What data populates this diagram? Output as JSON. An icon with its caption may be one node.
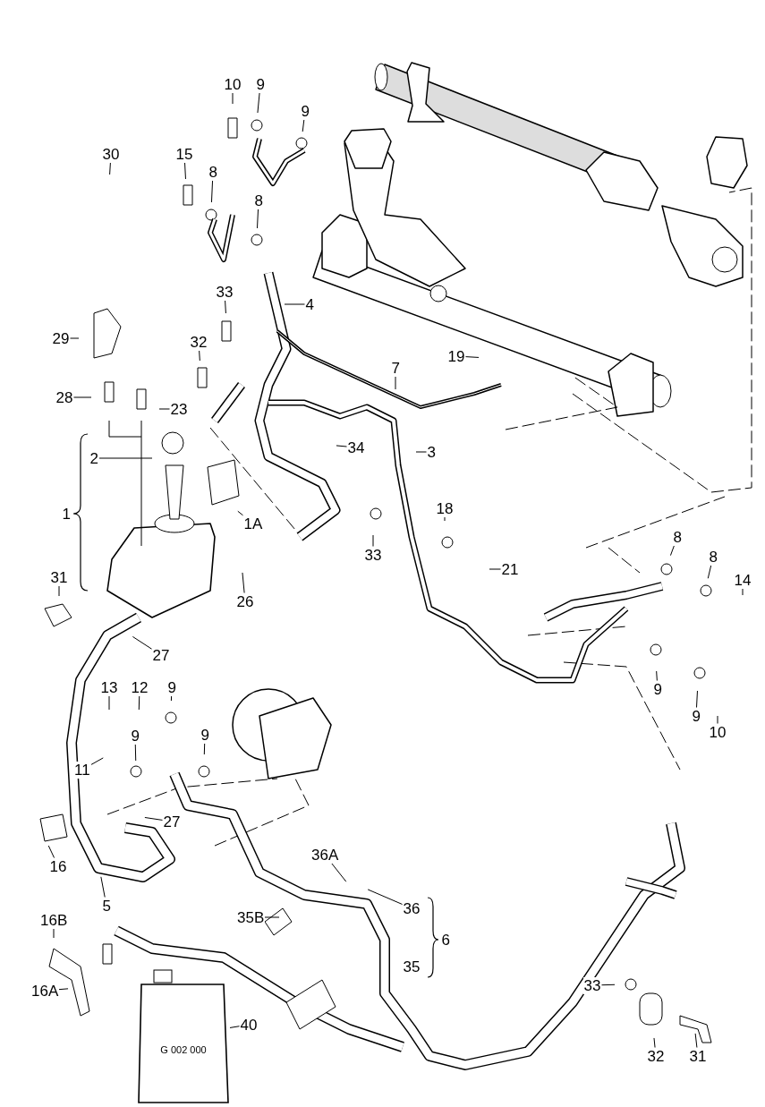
{
  "diagram": {
    "nodes": [
      {
        "text": [
          "10"
        ]
      },
      {
        "text": [
          "9"
        ]
      },
      {
        "text": [
          "9"
        ]
      },
      {
        "text": [
          "30"
        ]
      },
      {
        "text": [
          "15"
        ]
      },
      {
        "text": [
          "8"
        ]
      },
      {
        "text": [
          "8"
        ]
      },
      {
        "text": [
          "4"
        ]
      },
      {
        "text": [
          "29"
        ]
      },
      {
        "text": [
          "33"
        ]
      },
      {
        "text": [
          "32"
        ]
      },
      {
        "text": [
          "19"
        ]
      },
      {
        "text": [
          "7"
        ]
      },
      {
        "text": [
          "28"
        ]
      },
      {
        "text": [
          "23"
        ]
      },
      {
        "text": [
          "3"
        ]
      },
      {
        "text": [
          "34"
        ]
      },
      {
        "text": [
          "2"
        ]
      },
      {
        "text": [
          "1"
        ]
      },
      {
        "text": [
          "1A"
        ]
      },
      {
        "text": [
          "18"
        ]
      },
      {
        "text": [
          "21"
        ]
      },
      {
        "text": [
          "33"
        ]
      },
      {
        "text": [
          "8"
        ]
      },
      {
        "text": [
          "8"
        ]
      },
      {
        "text": [
          "14"
        ]
      },
      {
        "text": [
          "31"
        ]
      },
      {
        "text": [
          "26"
        ]
      },
      {
        "text": [
          "27"
        ]
      },
      {
        "text": [
          "13"
        ]
      },
      {
        "text": [
          "12"
        ]
      },
      {
        "text": [
          "9"
        ]
      },
      {
        "text": [
          "9"
        ]
      },
      {
        "text": [
          "9"
        ]
      },
      {
        "text": [
          "10"
        ]
      },
      {
        "text": [
          "11"
        ]
      },
      {
        "text": [
          "9"
        ]
      },
      {
        "text": [
          "9"
        ]
      },
      {
        "text": [
          "27"
        ]
      },
      {
        "text": [
          "16"
        ]
      },
      {
        "text": [
          "36A"
        ]
      },
      {
        "text": [
          "5"
        ]
      },
      {
        "text": [
          "35B"
        ]
      },
      {
        "text": [
          "36"
        ]
      },
      {
        "text": [
          "6"
        ]
      },
      {
        "text": [
          "35"
        ]
      },
      {
        "text": [
          "16B"
        ]
      },
      {
        "text": [
          "16A"
        ]
      },
      {
        "text": [
          "33"
        ]
      },
      {
        "text": [
          "40"
        ]
      },
      {
        "text": [
          "32"
        ]
      },
      {
        "text": [
          "31"
        ]
      },
      {
        "text": [
          "G 002 000"
        ]
      }
    ],
    "edges": [
      {
        "from": 0,
        "to": null,
        "arrow": "none"
      },
      {
        "from": 1,
        "to": null,
        "arrow": "none"
      },
      {
        "from": 2,
        "to": null,
        "arrow": "none"
      },
      {
        "from": 3,
        "to": null,
        "arrow": "none"
      },
      {
        "from": 4,
        "to": null,
        "arrow": "none"
      },
      {
        "from": 5,
        "to": null,
        "arrow": "none"
      },
      {
        "from": 6,
        "to": null,
        "arrow": "none"
      },
      {
        "from": 7,
        "to": null,
        "arrow": "none"
      },
      {
        "from": 8,
        "to": null,
        "arrow": "none"
      },
      {
        "from": 9,
        "to": null,
        "arrow": "none"
      },
      {
        "from": 10,
        "to": null,
        "arrow": "none"
      },
      {
        "from": 11,
        "to": null,
        "arrow": "none"
      },
      {
        "from": 12,
        "to": null,
        "arrow": "none"
      },
      {
        "from": 13,
        "to": null,
        "arrow": "none"
      },
      {
        "from": 14,
        "to": null,
        "arrow": "none"
      },
      {
        "from": 15,
        "to": null,
        "arrow": "none"
      },
      {
        "from": 16,
        "to": null,
        "arrow": "none"
      },
      {
        "from": 17,
        "to": null,
        "arrow": "none"
      },
      {
        "from": 19,
        "to": null,
        "arrow": "none"
      },
      {
        "from": 20,
        "to": null,
        "arrow": "none"
      },
      {
        "from": 21,
        "to": null,
        "arrow": "none"
      },
      {
        "from": 22,
        "to": null,
        "arrow": "none"
      },
      {
        "from": 23,
        "to": null,
        "arrow": "none"
      },
      {
        "from": 24,
        "to": null,
        "arrow": "none"
      },
      {
        "from": 25,
        "to": null,
        "arrow": "none"
      },
      {
        "from": 26,
        "to": null,
        "arrow": "none"
      },
      {
        "from": 27,
        "to": null,
        "arrow": "none"
      },
      {
        "from": 28,
        "to": null,
        "arrow": "none"
      },
      {
        "from": 29,
        "to": null,
        "arrow": "none"
      },
      {
        "from": 30,
        "to": null,
        "arrow": "none"
      },
      {
        "from": 31,
        "to": null,
        "arrow": "none"
      },
      {
        "from": 32,
        "to": null,
        "arrow": "none"
      },
      {
        "from": 33,
        "to": null,
        "arrow": "none"
      },
      {
        "from": 34,
        "to": null,
        "arrow": "none"
      },
      {
        "from": 35,
        "to": null,
        "arrow": "none"
      },
      {
        "from": 36,
        "to": null,
        "arrow": "none"
      },
      {
        "from": 37,
        "to": null,
        "arrow": "none"
      },
      {
        "from": 38,
        "to": null,
        "arrow": "none"
      },
      {
        "from": 39,
        "to": null,
        "arrow": "none"
      },
      {
        "from": 40,
        "to": null,
        "arrow": "none"
      },
      {
        "from": 41,
        "to": null,
        "arrow": "none"
      },
      {
        "from": 42,
        "to": null,
        "arrow": "none"
      },
      {
        "from": 43,
        "to": null,
        "arrow": "none"
      },
      {
        "from": 46,
        "to": null,
        "arrow": "none"
      },
      {
        "from": 47,
        "to": null,
        "arrow": "none"
      },
      {
        "from": 48,
        "to": null,
        "arrow": "none"
      },
      {
        "from": 49,
        "to": 52,
        "arrow": "none"
      },
      {
        "from": 50,
        "to": null,
        "arrow": "none"
      },
      {
        "from": 51,
        "to": null,
        "arrow": "none"
      }
    ]
  }
}
